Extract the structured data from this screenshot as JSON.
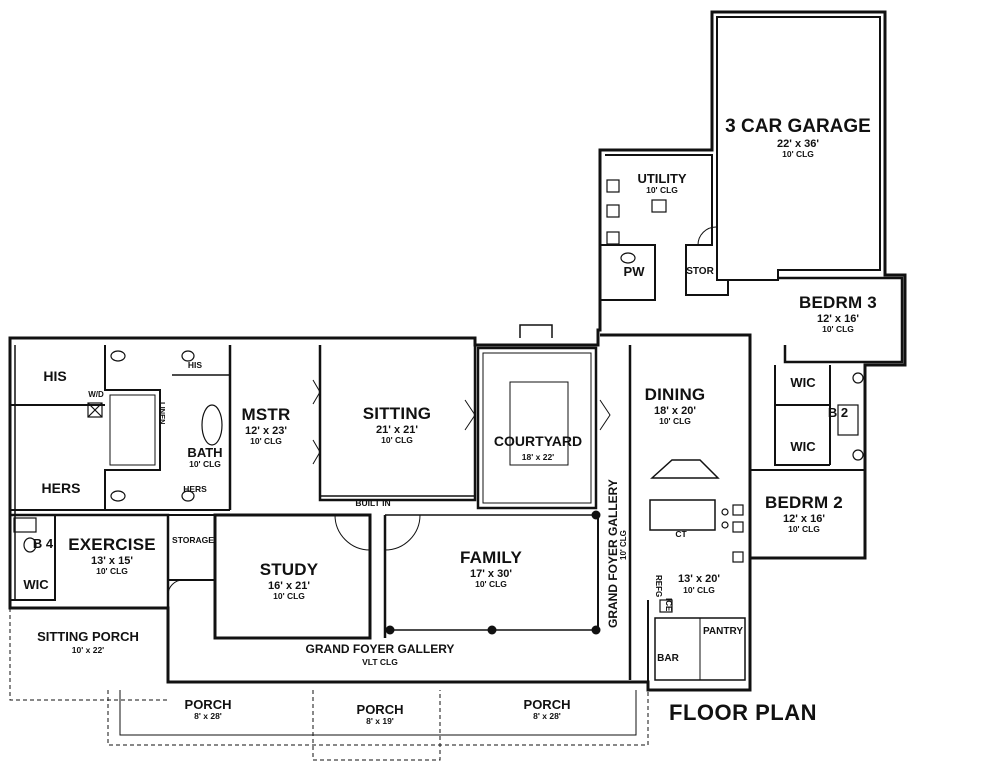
{
  "title": "FLOOR PLAN",
  "rooms": {
    "garage": {
      "name": "3 CAR GARAGE",
      "size": "22' x 36'",
      "clg": "10' CLG"
    },
    "utility": {
      "name": "UTILITY",
      "clg": "10' CLG"
    },
    "pw": {
      "name": "PW"
    },
    "stor": {
      "name": "STOR"
    },
    "bedrm3": {
      "name": "BEDRM 3",
      "size": "12' x 16'",
      "clg": "10' CLG"
    },
    "wic_b1": {
      "name": "WIC"
    },
    "wic_b2": {
      "name": "WIC"
    },
    "b2": {
      "name": "B 2"
    },
    "bedrm2": {
      "name": "BEDRM 2",
      "size": "12' x 16'",
      "clg": "10' CLG"
    },
    "dining": {
      "name": "DINING",
      "size": "18' x 20'",
      "clg": "10' CLG"
    },
    "kitchen": {
      "size": "13' x 20'",
      "clg": "10' CLG"
    },
    "ct": {
      "name": "CT"
    },
    "refg": {
      "name": "REFG"
    },
    "ice": {
      "name": "ICE"
    },
    "pantry": {
      "name": "PANTRY"
    },
    "bar": {
      "name": "BAR"
    },
    "courtyard": {
      "name": "COURTYARD",
      "size": "18' x 22'"
    },
    "sitting": {
      "name": "SITTING",
      "size": "21' x 21'",
      "clg": "10' CLG"
    },
    "built_in": {
      "name": "BUILT IN"
    },
    "mstr": {
      "name": "MSTR",
      "size": "12' x 23'",
      "clg": "10' CLG"
    },
    "bath": {
      "name": "BATH",
      "clg": "10' CLG"
    },
    "his_small": {
      "name": "HIS"
    },
    "hers_small": {
      "name": "HERS"
    },
    "linen": {
      "name": "LINEN"
    },
    "his": {
      "name": "HIS"
    },
    "hers": {
      "name": "HERS"
    },
    "wd": {
      "name": "W/D"
    },
    "b4": {
      "name": "B 4"
    },
    "wic_ex": {
      "name": "WIC"
    },
    "exercise": {
      "name": "EXERCISE",
      "size": "13' x 15'",
      "clg": "10' CLG"
    },
    "storage": {
      "name": "STORAGE"
    },
    "study": {
      "name": "STUDY",
      "size": "16' x 21'",
      "clg": "10' CLG"
    },
    "family": {
      "name": "FAMILY",
      "size": "17' x 30'",
      "clg": "10' CLG"
    },
    "grand_foyer_v": {
      "name": "GRAND FOYER GALLERY",
      "clg": "10' CLG"
    },
    "grand_foyer_h": {
      "name": "GRAND FOYER GALLERY",
      "clg": "VLT CLG"
    },
    "sitting_porch": {
      "name": "SITTING PORCH",
      "size": "10' x 22'"
    },
    "porch_left": {
      "name": "PORCH",
      "size": "8' x 28'"
    },
    "porch_mid": {
      "name": "PORCH",
      "size": "8' x 19'"
    },
    "porch_right": {
      "name": "PORCH",
      "size": "8' x 28'"
    }
  }
}
